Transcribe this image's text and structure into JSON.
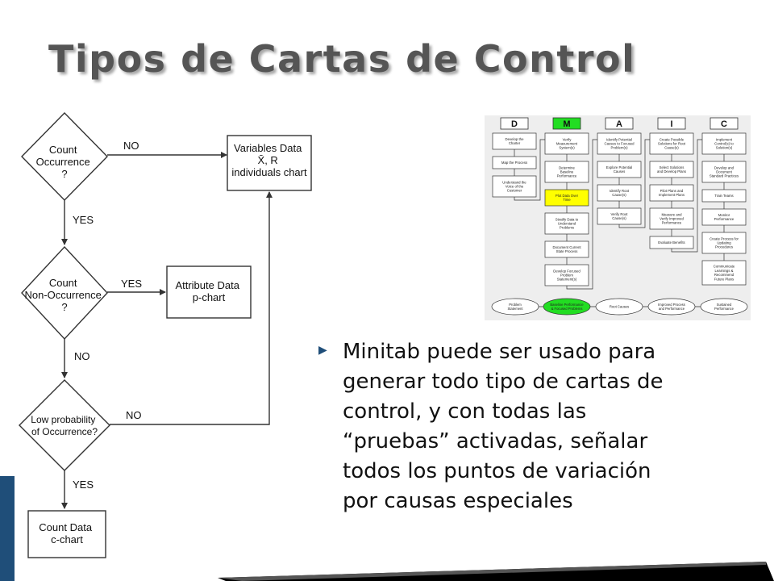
{
  "title": "Tipos de Cartas de Control",
  "flowchart": {
    "decisions": [
      {
        "lines": [
          "Count",
          "Occurrence",
          "?"
        ]
      },
      {
        "lines": [
          "Count",
          "Non-Occurrence",
          "?"
        ]
      },
      {
        "lines": [
          "Low probability",
          "of Occurrence?"
        ]
      }
    ],
    "outcomes": [
      {
        "lines": [
          "Variables Data",
          "X̄, R",
          "individuals chart"
        ]
      },
      {
        "lines": [
          "Attribute Data",
          "p-chart"
        ]
      },
      {
        "lines": [
          "Count Data",
          "c-chart"
        ]
      }
    ],
    "labels": {
      "no_1": "NO",
      "yes_1": "YES",
      "yes_2": "YES",
      "no_2": "NO",
      "no_3": "NO",
      "yes_3": "YES"
    }
  },
  "dmaic": {
    "phases": [
      "D",
      "M",
      "A",
      "I",
      "C"
    ],
    "steps": {
      "d": [
        [
          "Develop the",
          "Charter"
        ],
        [
          "Map the Process"
        ],
        [
          "Understand the",
          "Voice of the",
          "Customer"
        ]
      ],
      "m": [
        [
          "Verify",
          "Measurement",
          "System(s)"
        ],
        [
          "Determine",
          "Baseline",
          "Performance"
        ],
        [
          "Plot Data Over",
          "Time"
        ],
        [
          "Stratify Data to",
          "Understand",
          "Problems"
        ],
        [
          "Document Current",
          "State Process"
        ],
        [
          "Develop Focused",
          "Problem",
          "Statement(s)"
        ]
      ],
      "a": [
        [
          "Identify Potential",
          "Causes to Focused",
          "Problem(s)"
        ],
        [
          "Explore Potential",
          "Causes"
        ],
        [
          "Identify Root",
          "Cause(s)"
        ],
        [
          "Verify Root",
          "Cause(s)"
        ]
      ],
      "i": [
        [
          "Create Possible",
          "Solutions for Root",
          "Cause(s)"
        ],
        [
          "Select Solutions",
          "and Develop Plans"
        ],
        [
          "Pilot Plans and",
          "Implement Plans"
        ],
        [
          "Measure and",
          "Verify Improved",
          "Performance"
        ],
        [
          "Evaluate Benefits"
        ]
      ],
      "c": [
        [
          "Implement",
          "Control(s) to",
          "Solution(s)"
        ],
        [
          "Develop and",
          "Document",
          "Standard Practices"
        ],
        [
          "Train Teams"
        ],
        [
          "Monitor",
          "Performance"
        ],
        [
          "Create Process for",
          "Updating",
          "Procedures"
        ],
        [
          "Communicate",
          "Learnings &",
          "Recommend",
          "Future Plans"
        ]
      ]
    },
    "flow": [
      [
        "Problem",
        "Statement"
      ],
      [
        "Baseline Performance",
        "& Focused Problems"
      ],
      [
        "Root Causes"
      ],
      [
        "Improved Process",
        "and Performance"
      ],
      [
        "Sustained",
        "Performance"
      ]
    ],
    "colors": {
      "highlight_phase": "#22dd22",
      "highlight_step": "#ffff00",
      "highlight_flow": "#22dd22"
    }
  },
  "bullet": {
    "marker_icon": "triangle-right-icon",
    "lines": [
      "Minitab puede ser usado para",
      "generar todo tipo de cartas de",
      "control,  y con todas las",
      "“pruebas” activadas, señalar",
      "todos los puntos de variación",
      "por causas especiales"
    ]
  },
  "colors": {
    "title": "#555555",
    "bullet_marker": "#1f4e79",
    "accent_bar": "#1f4e79"
  }
}
